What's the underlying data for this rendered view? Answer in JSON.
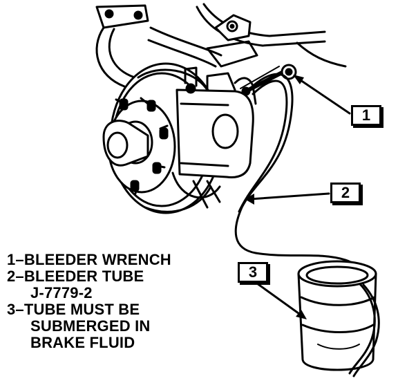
{
  "callouts": [
    "1",
    "2",
    "3"
  ],
  "legend": {
    "line1": "1–BLEEDER WRENCH",
    "line2": "2–BLEEDER TUBE",
    "line3": "J-7779-2",
    "line4": "3–TUBE MUST BE",
    "line5": "SUBMERGED IN",
    "line6": "BRAKE FLUID"
  },
  "colors": {
    "ink": "#000000",
    "paper": "#ffffff"
  }
}
